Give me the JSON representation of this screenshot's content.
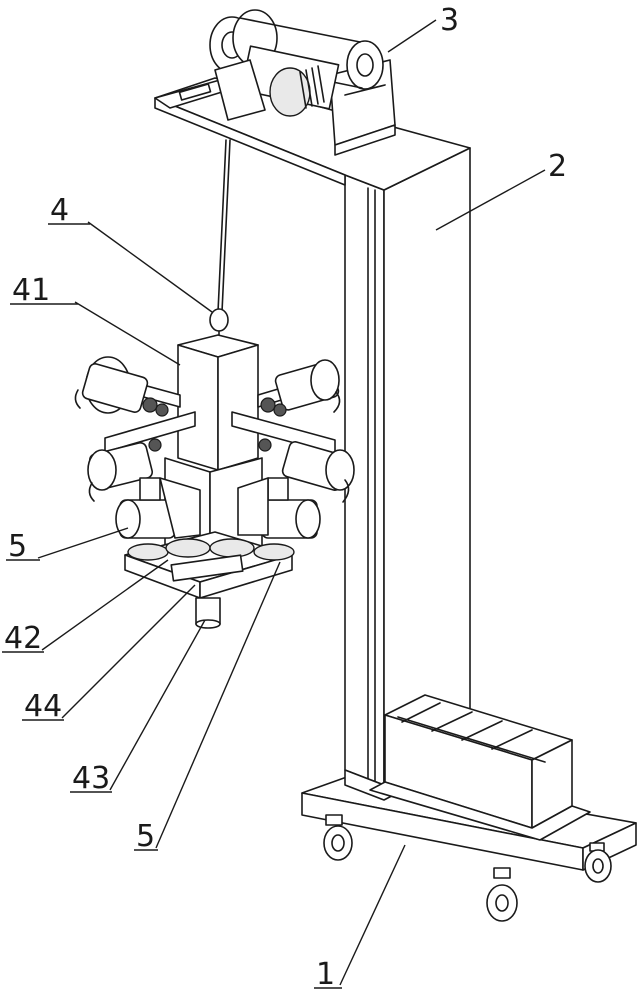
{
  "labels": {
    "l3": "3",
    "l2": "2",
    "l4": "4",
    "l41": "41",
    "l5a": "5",
    "l42": "42",
    "l44": "44",
    "l43": "43",
    "l5b": "5",
    "l1": "1"
  }
}
